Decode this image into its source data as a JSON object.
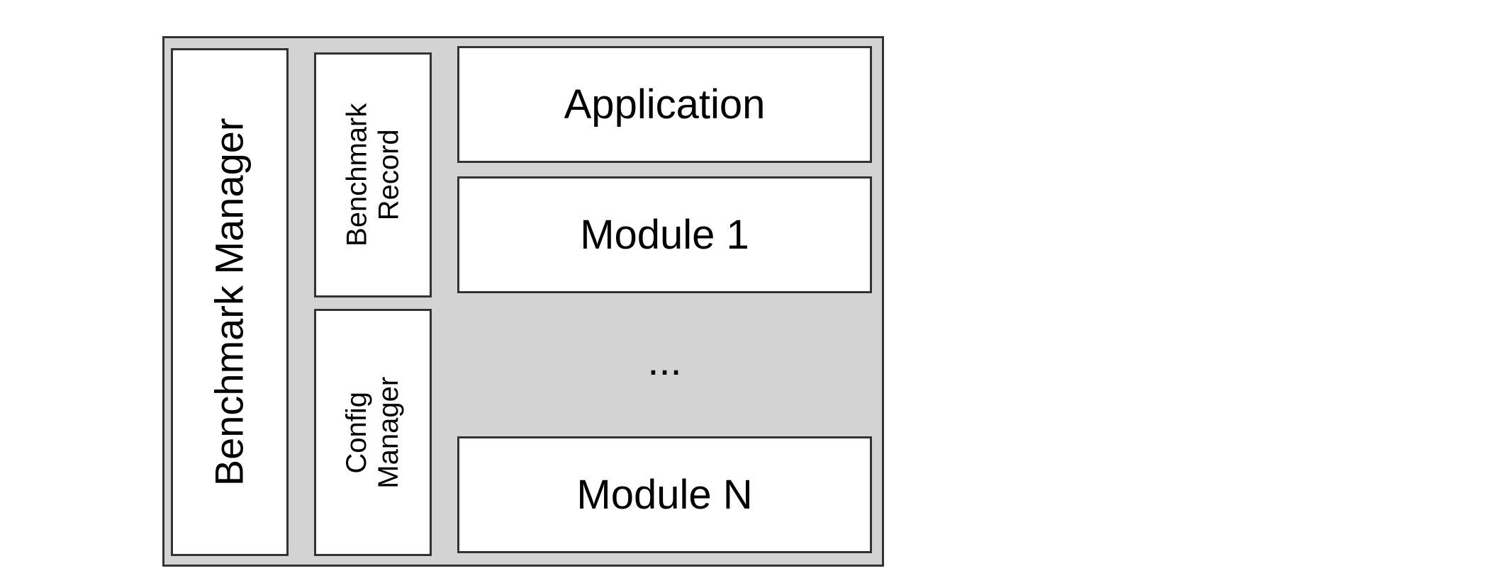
{
  "diagram": {
    "left_column": {
      "label": "Benchmark Manager"
    },
    "middle_column": [
      {
        "line1": "Benchmark",
        "line2": "Record"
      },
      {
        "line1": "Config",
        "line2": "Manager"
      }
    ],
    "right_column": {
      "top": "Application",
      "module_first": "Module 1",
      "ellipsis": "...",
      "module_last": "Module N"
    }
  }
}
